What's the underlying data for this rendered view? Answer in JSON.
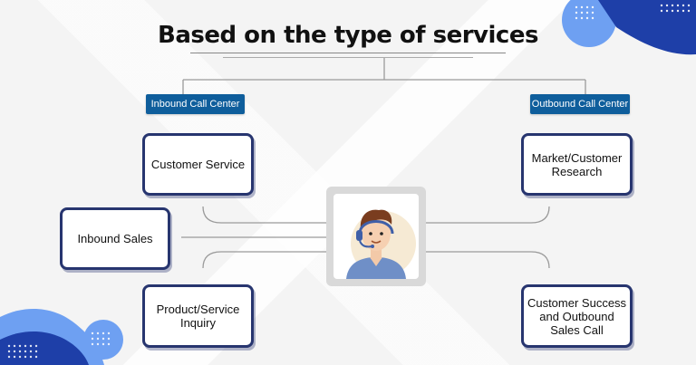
{
  "title": "Based on the type of services",
  "categories": {
    "inbound": "Inbound Call Center",
    "outbound": "Outbound Call Center"
  },
  "inbound_items": [
    "Customer Service",
    "Inbound Sales",
    "Product/Service\nInquiry"
  ],
  "outbound_items": [
    "Market/Customer\nResearch",
    "Customer Success\nand Outbound\nSales Call"
  ],
  "center_image": "call-center-agent-icon",
  "colors": {
    "box_border": "#27356f",
    "tag_bg": "#0f5e9c",
    "accent_blue": "#6ea0f2",
    "dark_blue": "#1e3fa8"
  }
}
